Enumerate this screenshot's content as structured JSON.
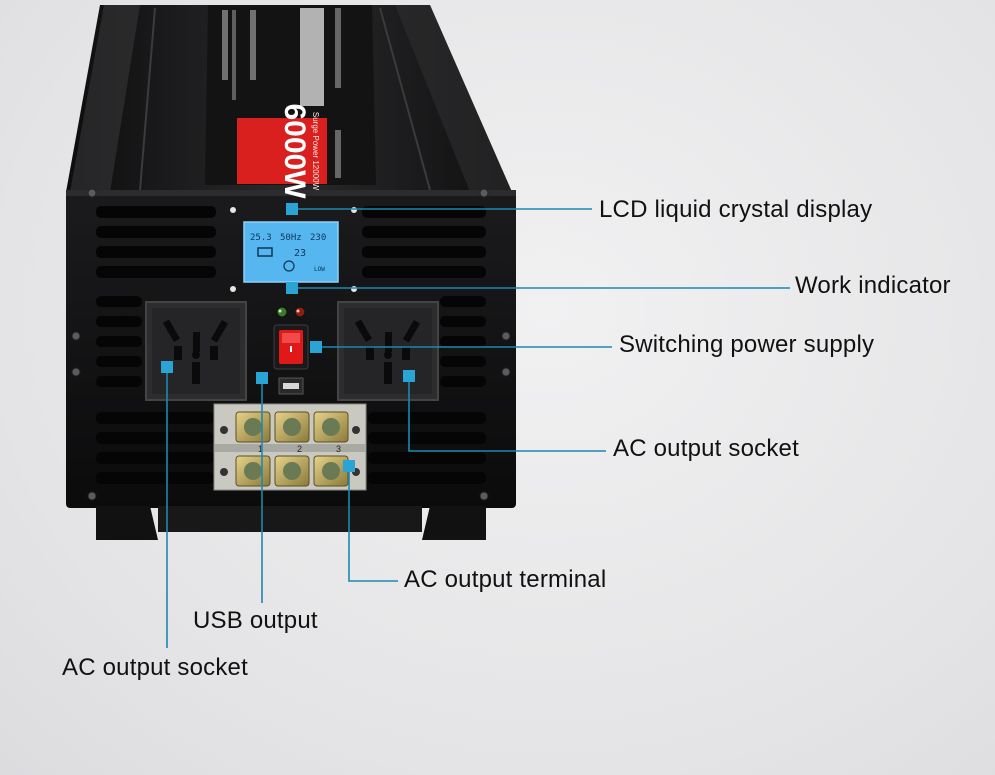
{
  "product": {
    "power_badge": "6000W",
    "surge_text": "Surge Power 12000W"
  },
  "lcd": {
    "line1_left": "25.3",
    "line1_mid": "50Hz",
    "line1_right": "230",
    "line2": "23",
    "low_tag": "LOW"
  },
  "terminal": {
    "numbers": [
      "1",
      "2",
      "3"
    ]
  },
  "callouts": {
    "lcd_display": "LCD liquid crystal display",
    "work_indicator": "Work indicator",
    "switching_power_supply": "Switching power supply",
    "ac_output_socket_right": "AC output socket",
    "ac_output_terminal": "AC output terminal",
    "usb_output": "USB output",
    "ac_output_socket_left": "AC output socket"
  },
  "colors": {
    "leader_line": "#1d88b0",
    "badge_red": "#d9201e",
    "lcd_blue": "#56b6f0",
    "switch_red": "#e01818"
  }
}
